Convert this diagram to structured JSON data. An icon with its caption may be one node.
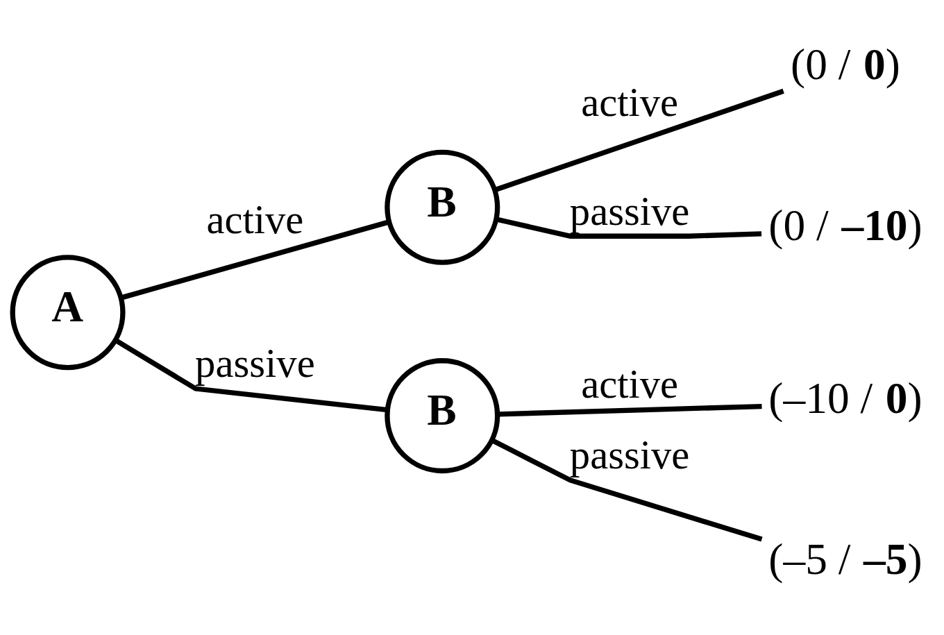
{
  "diagram": {
    "nodes": [
      {
        "text": [
          "A"
        ]
      },
      {
        "text": [
          "B"
        ]
      },
      {
        "text": [
          "B"
        ]
      },
      {
        "text": [
          "(0 / **0**)"
        ]
      },
      {
        "text": [
          "(0 / **–10**)"
        ]
      },
      {
        "text": [
          "(–10 / **0**)"
        ]
      },
      {
        "text": [
          "(–5 / **–5**)"
        ]
      }
    ],
    "edges": [
      {
        "from": 0,
        "to": 1,
        "arrow": "none",
        "label": "active"
      },
      {
        "from": 0,
        "to": 2,
        "arrow": "none",
        "label": "passive"
      },
      {
        "from": 1,
        "to": 3,
        "arrow": "none",
        "label": "active"
      },
      {
        "from": 1,
        "to": 4,
        "arrow": "none",
        "label": "passive"
      },
      {
        "from": 2,
        "to": 5,
        "arrow": "none",
        "label": "active"
      },
      {
        "from": 2,
        "to": 6,
        "arrow": "none",
        "label": "passive"
      }
    ]
  }
}
